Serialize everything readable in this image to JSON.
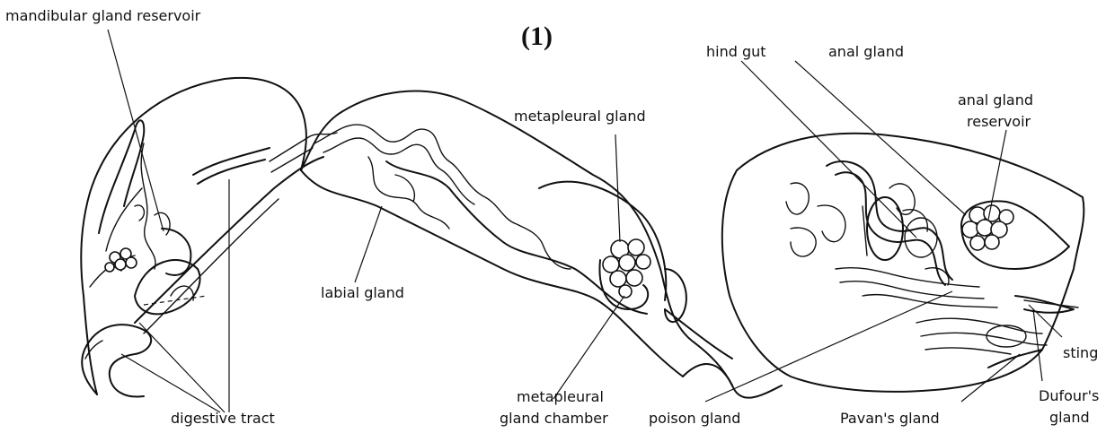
{
  "figure": {
    "number": "(1)",
    "labels": {
      "mandibular_gland_reservoir": "mandibular gland reservoir",
      "digestive_tract": "digestive tract",
      "labial_gland": "labial gland",
      "metapleural_gland": "metapleural gland",
      "metapleural_gland_chamber_line1": "metapleural",
      "metapleural_gland_chamber_line2": "gland chamber",
      "hind_gut": "hind gut",
      "anal_gland": "anal gland",
      "anal_gland_reservoir_line1": "anal gland",
      "anal_gland_reservoir_line2": "reservoir",
      "poison_gland": "poison gland",
      "pavans_gland": "Pavan's gland",
      "sting": "sting",
      "dufours_gland_line1": "Dufour's",
      "dufours_gland_line2": "gland"
    }
  }
}
